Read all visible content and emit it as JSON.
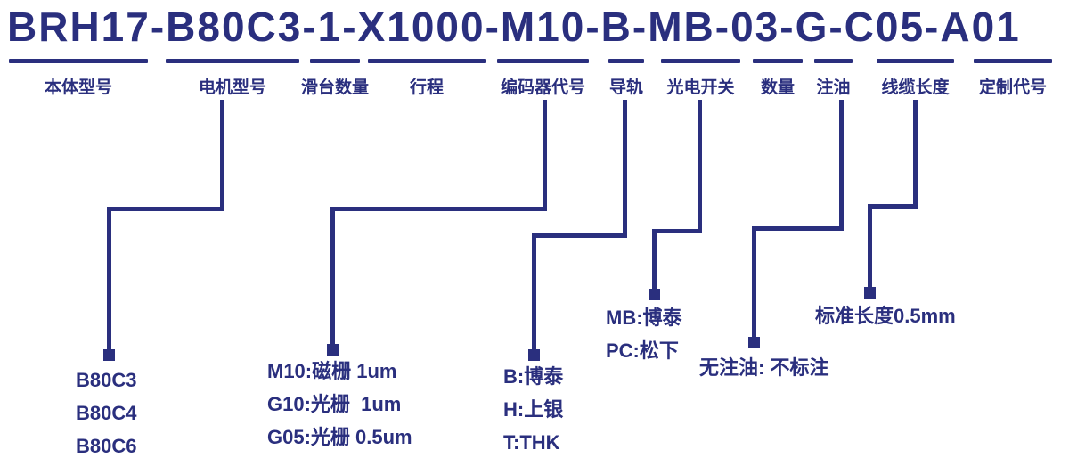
{
  "title": "BRH17-B80C3-1-X1000-M10-B-MB-03-G-C05-A01",
  "colors": {
    "ink": "#2a2f7e",
    "background": "#ffffff"
  },
  "segments": [
    {
      "label": "本体型号"
    },
    {
      "label": "电机型号"
    },
    {
      "label": "滑台数量"
    },
    {
      "label": "行程"
    },
    {
      "label": "编码器代号"
    },
    {
      "label": "导轨"
    },
    {
      "label": "光电开关"
    },
    {
      "label": "数量"
    },
    {
      "label": "注油"
    },
    {
      "label": "线缆长度"
    },
    {
      "label": "定制代号"
    }
  ],
  "options": {
    "motor": [
      "B80C3",
      "B80C4",
      "B80C6"
    ],
    "encoder": [
      "M10:磁栅 1um",
      "G10:光栅  1um",
      "G05:光栅 0.5um"
    ],
    "rail": [
      "B:博泰",
      "H:上银",
      "T:THK"
    ],
    "photo_switch": [
      "MB:博泰",
      "PC:松下"
    ],
    "oil_note": "无注油: 不标注",
    "cable_note": "标准长度0.5mm"
  }
}
